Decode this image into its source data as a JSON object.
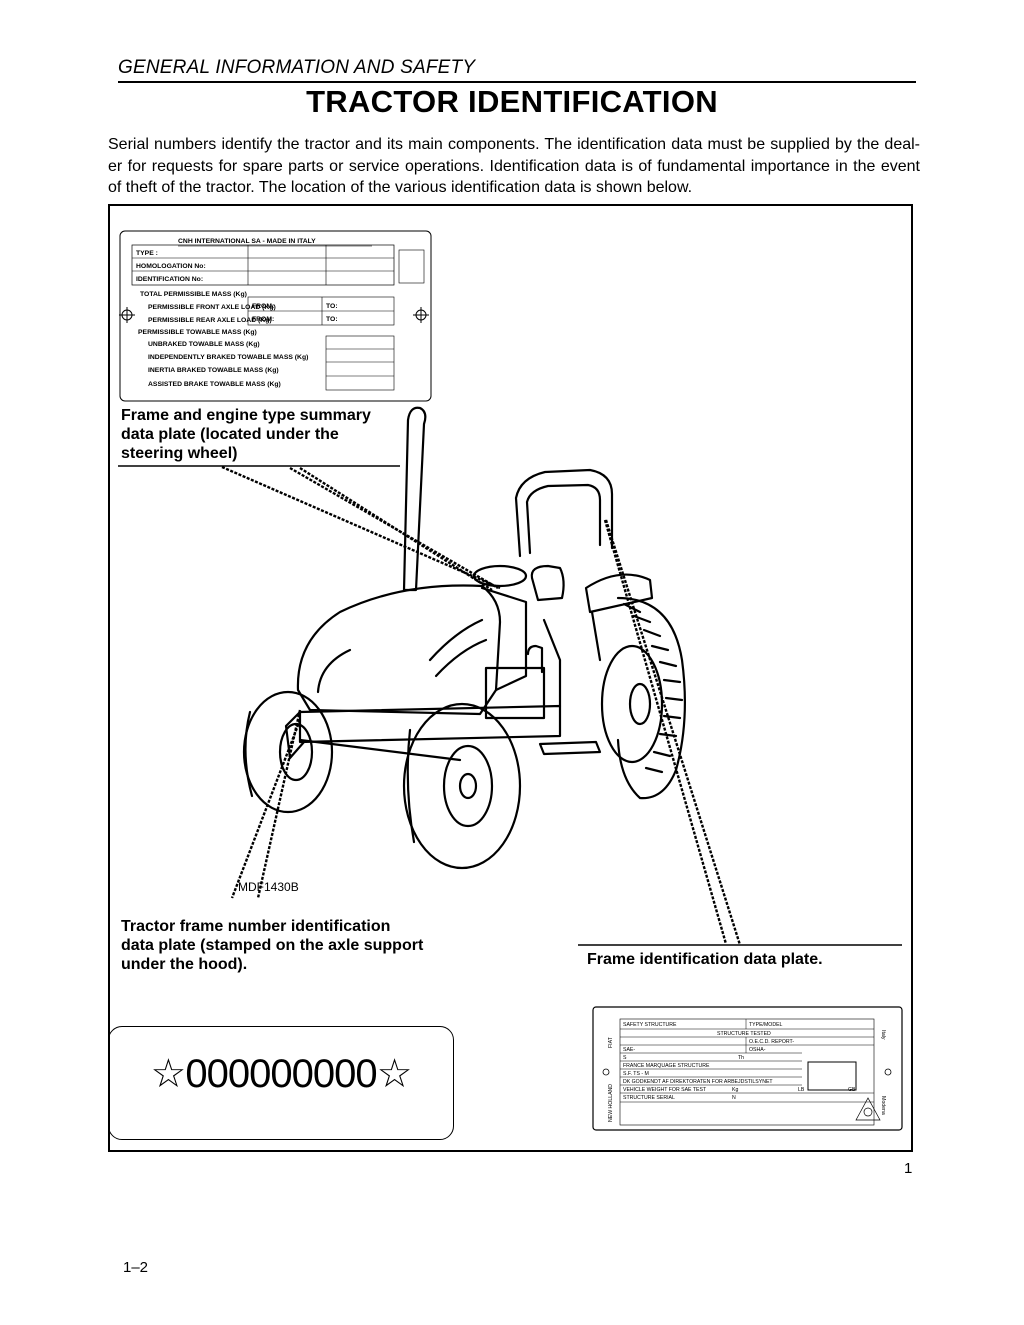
{
  "header": {
    "section": "GENERAL INFORMATION AND SAFETY",
    "title": "TRACTOR IDENTIFICATION"
  },
  "intro": "Serial numbers identify the tractor and its main components. The identification data must be supplied by the deal-er for requests for spare parts or service operations. Identification data is of fundamental importance in the event of theft of the tractor. The location of the various identification data is shown below.",
  "summary_plate": {
    "maker": "CNH INTERNATIONAL SA - MADE IN ITALY",
    "rows": [
      "TYPE :",
      "HOMOLOGATION No:",
      "IDENTIFICATION No:"
    ],
    "mass_title": "TOTAL PERMISSIBLE MASS (Kg)",
    "axle_rows": [
      "PERMISSIBLE FRONT AXLE LOAD (Kg)",
      "PERMISSIBLE REAR AXLE LOAD (Kg)"
    ],
    "from_label": "FROM:",
    "to_label": "TO:",
    "towable_title": "PERMISSIBLE TOWABLE MASS (Kg)",
    "towable_rows": [
      "UNBRAKED TOWABLE MASS (Kg)",
      "INDEPENDENTLY BRAKED TOWABLE MASS (Kg)",
      "INERTIA BRAKED TOWABLE MASS (Kg)",
      "ASSISTED BRAKE TOWABLE MASS (Kg)"
    ]
  },
  "callouts": {
    "top": "Frame and engine type summary data plate (located under the steering wheel)",
    "left_lines": [
      "Tractor frame number identification",
      "data plate (stamped on the axle support",
      "under the hood)."
    ],
    "right": "Frame identification data plate."
  },
  "figure_code": "MDF1430B",
  "serial_stamp": "☆000000000☆",
  "frame_plate": {
    "safety_structure": "SAFETY STRUCTURE",
    "type_model": "TYPE/MODEL",
    "structure_tested": "STRUCTURE TESTED",
    "oecd": "O.E.C.D. REPORT-",
    "sae": "SAE-",
    "osha": "OSHA-",
    "s_label": "S",
    "th": "Th",
    "france": "FRANCE MARQUAGE STRUCTURE",
    "sf": "S.F. TS - M",
    "dk": "DK GODKENDT AF DIREKTORATEN FOR ARBEJDSTILSYNET",
    "vehicle_weight": "VEHICLE WEIGHT FOR SAE TEST",
    "kg": "Kg",
    "lb": "LB",
    "gb": "GB",
    "structure_serial": "STRUCTURE SERIAL",
    "n": "N",
    "side_left_top": "FIAT",
    "side_left_bottom": "NEW HOLLAND",
    "side_right_top": "Italy",
    "side_right_bottom": "Modena"
  },
  "page_marker": "1",
  "page_number": "1–2"
}
